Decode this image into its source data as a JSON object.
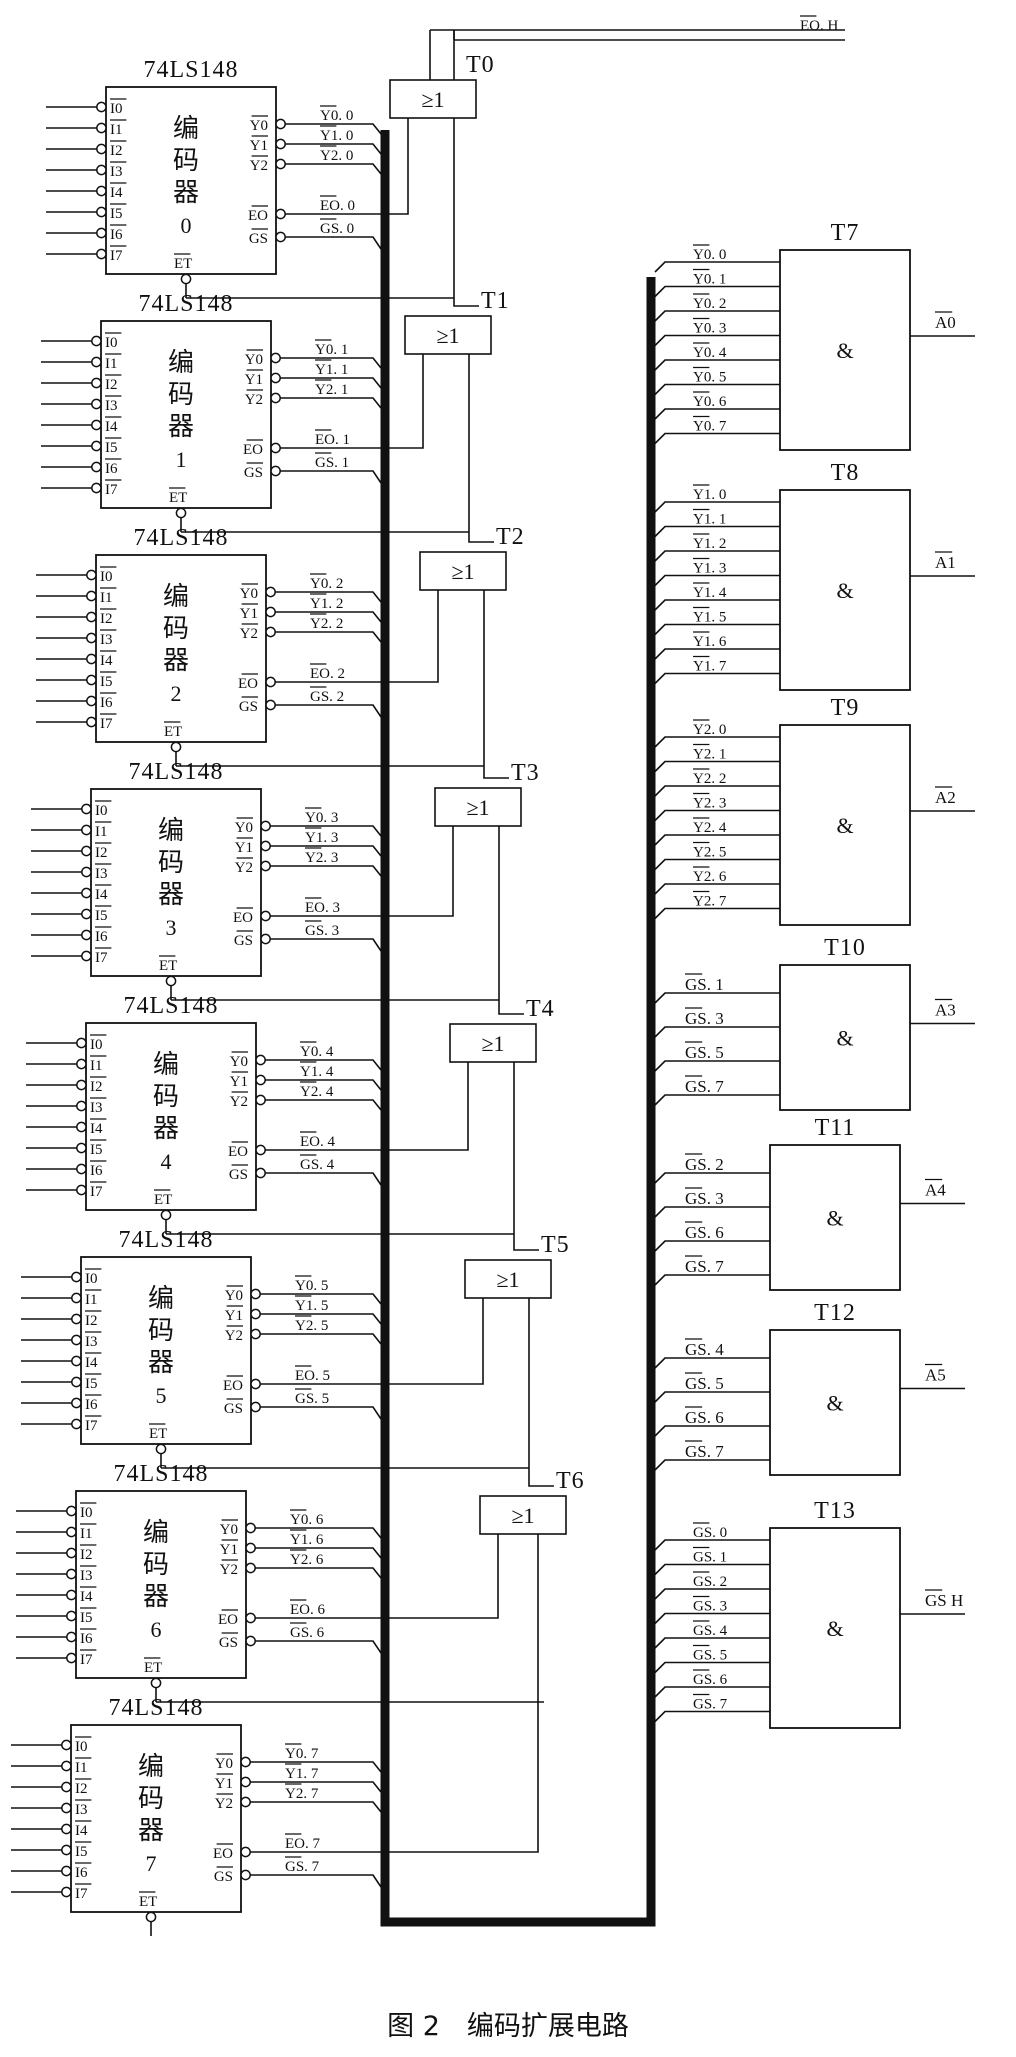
{
  "caption": "图 2　编码扩展电路",
  "top_output": "EO. H",
  "encoders": [
    {
      "title": "74LS148",
      "name_lines": [
        "编",
        "码",
        "器"
      ],
      "index": "0",
      "suffix": "0"
    },
    {
      "title": "74LS148",
      "name_lines": [
        "编",
        "码",
        "器"
      ],
      "index": "1",
      "suffix": "1"
    },
    {
      "title": "74LS148",
      "name_lines": [
        "编",
        "码",
        "器"
      ],
      "index": "2",
      "suffix": "2"
    },
    {
      "title": "74LS148",
      "name_lines": [
        "编",
        "码",
        "器"
      ],
      "index": "3",
      "suffix": "3"
    },
    {
      "title": "74LS148",
      "name_lines": [
        "编",
        "码",
        "器"
      ],
      "index": "4",
      "suffix": "4"
    },
    {
      "title": "74LS148",
      "name_lines": [
        "编",
        "码",
        "器"
      ],
      "index": "5",
      "suffix": "5"
    },
    {
      "title": "74LS148",
      "name_lines": [
        "编",
        "码",
        "器"
      ],
      "index": "6",
      "suffix": "6"
    },
    {
      "title": "74LS148",
      "name_lines": [
        "编",
        "码",
        "器"
      ],
      "index": "7",
      "suffix": "7"
    }
  ],
  "encoder_inputs": [
    "I0",
    "I1",
    "I2",
    "I3",
    "I4",
    "I5",
    "I6",
    "I7"
  ],
  "encoder_outputs": [
    "Y0",
    "Y1",
    "Y2",
    "EO",
    "GS"
  ],
  "encoder_enable": "ET",
  "or_gates": [
    {
      "name": "T0",
      "symbol": "≥1"
    },
    {
      "name": "T1",
      "symbol": "≥1"
    },
    {
      "name": "T2",
      "symbol": "≥1"
    },
    {
      "name": "T3",
      "symbol": "≥1"
    },
    {
      "name": "T4",
      "symbol": "≥1"
    },
    {
      "name": "T5",
      "symbol": "≥1"
    },
    {
      "name": "T6",
      "symbol": "≥1"
    }
  ],
  "and_gates": [
    {
      "name": "T7",
      "symbol": "&",
      "output": "A0",
      "inputs": [
        "Y0. 0",
        "Y0. 1",
        "Y0. 2",
        "Y0. 3",
        "Y0. 4",
        "Y0. 5",
        "Y0. 6",
        "Y0. 7"
      ]
    },
    {
      "name": "T8",
      "symbol": "&",
      "output": "A1",
      "inputs": [
        "Y1. 0",
        "Y1. 1",
        "Y1. 2",
        "Y1. 3",
        "Y1. 4",
        "Y1. 5",
        "Y1. 6",
        "Y1. 7"
      ]
    },
    {
      "name": "T9",
      "symbol": "&",
      "output": "A2",
      "inputs": [
        "Y2. 0",
        "Y2. 1",
        "Y2. 2",
        "Y2. 3",
        "Y2. 4",
        "Y2. 5",
        "Y2. 6",
        "Y2. 7"
      ]
    },
    {
      "name": "T10",
      "symbol": "&",
      "output": "A3",
      "inputs": [
        "GS. 1",
        "GS. 3",
        "GS. 5",
        "GS. 7"
      ]
    },
    {
      "name": "T11",
      "symbol": "&",
      "output": "A4",
      "inputs": [
        "GS. 2",
        "GS. 3",
        "GS. 6",
        "GS. 7"
      ]
    },
    {
      "name": "T12",
      "symbol": "&",
      "output": "A5",
      "inputs": [
        "GS. 4",
        "GS. 5",
        "GS. 6",
        "GS. 7"
      ]
    },
    {
      "name": "T13",
      "symbol": "&",
      "output": "GS H",
      "inputs": [
        "GS. 0",
        "GS. 1",
        "GS. 2",
        "GS. 3",
        "GS. 4",
        "GS. 5",
        "GS. 6",
        "GS. 7"
      ]
    }
  ]
}
